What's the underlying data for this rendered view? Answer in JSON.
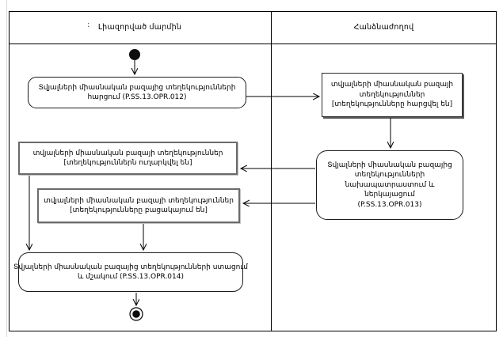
{
  "header": {
    "left_lane": {
      "prefix": ":",
      "label": "Լիազորված մարմին"
    },
    "right_lane": {
      "label": "Հանձնաժողով"
    }
  },
  "nodes": {
    "request": {
      "type": "activity",
      "lines": [
        "Տվյալների միասնական բազայից տեղեկությունների",
        "հարցում (P.SS.13.OPR.012)"
      ]
    },
    "info_requested": {
      "type": "object",
      "lines": [
        "տվյալների միասնական բազայի",
        "տեղեկություններ",
        "[տեղեկությունները հարցվել են]"
      ]
    },
    "prepare": {
      "type": "activity",
      "lines": [
        "Տվյալների միասնական բազայից",
        "տեղեկությունների",
        "նախապատրաստում և",
        "ներկայացում",
        "(P.SS.13.OPR.013)"
      ]
    },
    "info_sent": {
      "type": "object",
      "lines": [
        "տվյալների միասնական բազայի տեղեկություններ",
        "[տեղեկություններն ուղարկվել են]"
      ]
    },
    "info_missing": {
      "type": "object",
      "lines": [
        "տվյալների միասնական բազայի տեղեկություններ",
        "[տեղեկությունները բացակայում են]"
      ]
    },
    "receive": {
      "type": "activity",
      "lines": [
        "Տվյալների միասնական բազայից տեղեկությունների ստացում",
        "և մշակում (P.SS.13.OPR.014)"
      ]
    }
  },
  "colors": {
    "line": "#000000",
    "activity_border": "#1c1c1c",
    "object_border": "#6b6b6b",
    "background": "#ffffff"
  }
}
